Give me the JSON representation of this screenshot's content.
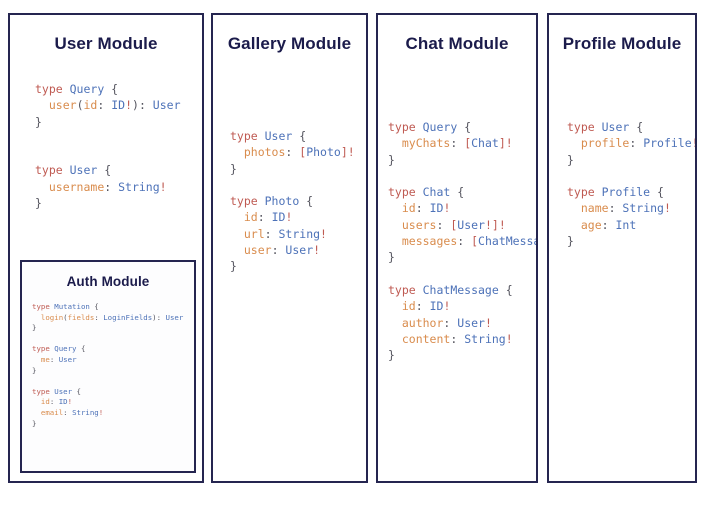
{
  "canvas": {
    "background_color": "#ffffff",
    "border_color": "#252550"
  },
  "syntax_colors": {
    "keyword": "#bf5a52",
    "type_name": "#4d72b8",
    "field_name": "#d98c4d",
    "punctuation": "#55555f",
    "title": "#1b1b4b"
  },
  "modules": {
    "user": {
      "title": "User Module",
      "code": [
        {
          "tokens": [
            {
              "t": "type ",
              "c": "kw"
            },
            {
              "t": "Query",
              "c": "type"
            },
            {
              "t": " {",
              "c": "pun"
            }
          ]
        },
        {
          "tokens": [
            {
              "t": "  ",
              "c": "pun"
            },
            {
              "t": "user",
              "c": "fld"
            },
            {
              "t": "(",
              "c": "pun"
            },
            {
              "t": "id",
              "c": "fld"
            },
            {
              "t": ": ",
              "c": "pun"
            },
            {
              "t": "ID",
              "c": "type"
            },
            {
              "t": "!",
              "c": "bang"
            },
            {
              "t": "): ",
              "c": "pun"
            },
            {
              "t": "User",
              "c": "type"
            }
          ]
        },
        {
          "tokens": [
            {
              "t": "}",
              "c": "pun"
            }
          ]
        },
        {
          "gap": true
        },
        {
          "gap": true
        },
        {
          "tokens": [
            {
              "t": "type ",
              "c": "kw"
            },
            {
              "t": "User",
              "c": "type"
            },
            {
              "t": " {",
              "c": "pun"
            }
          ]
        },
        {
          "tokens": [
            {
              "t": "  ",
              "c": "pun"
            },
            {
              "t": "username",
              "c": "fld"
            },
            {
              "t": ": ",
              "c": "pun"
            },
            {
              "t": "String",
              "c": "type"
            },
            {
              "t": "!",
              "c": "bang"
            }
          ]
        },
        {
          "tokens": [
            {
              "t": "}",
              "c": "pun"
            }
          ]
        }
      ]
    },
    "auth": {
      "title": "Auth Module",
      "code": [
        {
          "tokens": [
            {
              "t": "type ",
              "c": "kw"
            },
            {
              "t": "Mutation",
              "c": "type"
            },
            {
              "t": " {",
              "c": "pun"
            }
          ]
        },
        {
          "tokens": [
            {
              "t": "  ",
              "c": "pun"
            },
            {
              "t": "login",
              "c": "fld"
            },
            {
              "t": "(",
              "c": "pun"
            },
            {
              "t": "fields",
              "c": "fld"
            },
            {
              "t": ": ",
              "c": "pun"
            },
            {
              "t": "LoginFields",
              "c": "type"
            },
            {
              "t": "): ",
              "c": "pun"
            },
            {
              "t": "User",
              "c": "type"
            }
          ]
        },
        {
          "tokens": [
            {
              "t": "}",
              "c": "pun"
            }
          ]
        },
        {
          "gap": true
        },
        {
          "tokens": [
            {
              "t": "type ",
              "c": "kw"
            },
            {
              "t": "Query",
              "c": "type"
            },
            {
              "t": " {",
              "c": "pun"
            }
          ]
        },
        {
          "tokens": [
            {
              "t": "  ",
              "c": "pun"
            },
            {
              "t": "me",
              "c": "fld"
            },
            {
              "t": ": ",
              "c": "pun"
            },
            {
              "t": "User",
              "c": "type"
            }
          ]
        },
        {
          "tokens": [
            {
              "t": "}",
              "c": "pun"
            }
          ]
        },
        {
          "gap": true
        },
        {
          "tokens": [
            {
              "t": "type ",
              "c": "kw"
            },
            {
              "t": "User",
              "c": "type"
            },
            {
              "t": " {",
              "c": "pun"
            }
          ]
        },
        {
          "tokens": [
            {
              "t": "  ",
              "c": "pun"
            },
            {
              "t": "id",
              "c": "fld"
            },
            {
              "t": ": ",
              "c": "pun"
            },
            {
              "t": "ID",
              "c": "type"
            },
            {
              "t": "!",
              "c": "bang"
            }
          ]
        },
        {
          "tokens": [
            {
              "t": "  ",
              "c": "pun"
            },
            {
              "t": "email",
              "c": "fld"
            },
            {
              "t": ": ",
              "c": "pun"
            },
            {
              "t": "String",
              "c": "type"
            },
            {
              "t": "!",
              "c": "bang"
            }
          ]
        },
        {
          "tokens": [
            {
              "t": "}",
              "c": "pun"
            }
          ]
        }
      ]
    },
    "gallery": {
      "title": "Gallery Module",
      "code": [
        {
          "tokens": [
            {
              "t": "type ",
              "c": "kw"
            },
            {
              "t": "User",
              "c": "type"
            },
            {
              "t": " {",
              "c": "pun"
            }
          ]
        },
        {
          "tokens": [
            {
              "t": "  ",
              "c": "pun"
            },
            {
              "t": "photos",
              "c": "fld"
            },
            {
              "t": ": ",
              "c": "pun"
            },
            {
              "t": "[",
              "c": "bang"
            },
            {
              "t": "Photo",
              "c": "type"
            },
            {
              "t": "]",
              "c": "bang"
            },
            {
              "t": "!",
              "c": "bang"
            }
          ]
        },
        {
          "tokens": [
            {
              "t": "}",
              "c": "pun"
            }
          ]
        },
        {
          "gap": true
        },
        {
          "tokens": [
            {
              "t": "type ",
              "c": "kw"
            },
            {
              "t": "Photo",
              "c": "type"
            },
            {
              "t": " {",
              "c": "pun"
            }
          ]
        },
        {
          "tokens": [
            {
              "t": "  ",
              "c": "pun"
            },
            {
              "t": "id",
              "c": "fld"
            },
            {
              "t": ": ",
              "c": "pun"
            },
            {
              "t": "ID",
              "c": "type"
            },
            {
              "t": "!",
              "c": "bang"
            }
          ]
        },
        {
          "tokens": [
            {
              "t": "  ",
              "c": "pun"
            },
            {
              "t": "url",
              "c": "fld"
            },
            {
              "t": ": ",
              "c": "pun"
            },
            {
              "t": "String",
              "c": "type"
            },
            {
              "t": "!",
              "c": "bang"
            }
          ]
        },
        {
          "tokens": [
            {
              "t": "  ",
              "c": "pun"
            },
            {
              "t": "user",
              "c": "fld"
            },
            {
              "t": ": ",
              "c": "pun"
            },
            {
              "t": "User",
              "c": "type"
            },
            {
              "t": "!",
              "c": "bang"
            }
          ]
        },
        {
          "tokens": [
            {
              "t": "}",
              "c": "pun"
            }
          ]
        }
      ]
    },
    "chat": {
      "title": "Chat Module",
      "code": [
        {
          "tokens": [
            {
              "t": "type ",
              "c": "kw"
            },
            {
              "t": "Query",
              "c": "type"
            },
            {
              "t": " {",
              "c": "pun"
            }
          ]
        },
        {
          "tokens": [
            {
              "t": "  ",
              "c": "pun"
            },
            {
              "t": "myChats",
              "c": "fld"
            },
            {
              "t": ": ",
              "c": "pun"
            },
            {
              "t": "[",
              "c": "bang"
            },
            {
              "t": "Chat",
              "c": "type"
            },
            {
              "t": "]",
              "c": "bang"
            },
            {
              "t": "!",
              "c": "bang"
            }
          ]
        },
        {
          "tokens": [
            {
              "t": "}",
              "c": "pun"
            }
          ]
        },
        {
          "gap": true
        },
        {
          "tokens": [
            {
              "t": "type ",
              "c": "kw"
            },
            {
              "t": "Chat",
              "c": "type"
            },
            {
              "t": " {",
              "c": "pun"
            }
          ]
        },
        {
          "tokens": [
            {
              "t": "  ",
              "c": "pun"
            },
            {
              "t": "id",
              "c": "fld"
            },
            {
              "t": ": ",
              "c": "pun"
            },
            {
              "t": "ID",
              "c": "type"
            },
            {
              "t": "!",
              "c": "bang"
            }
          ]
        },
        {
          "tokens": [
            {
              "t": "  ",
              "c": "pun"
            },
            {
              "t": "users",
              "c": "fld"
            },
            {
              "t": ": ",
              "c": "pun"
            },
            {
              "t": "[",
              "c": "bang"
            },
            {
              "t": "User",
              "c": "type"
            },
            {
              "t": "!",
              "c": "bang"
            },
            {
              "t": "]",
              "c": "bang"
            },
            {
              "t": "!",
              "c": "bang"
            }
          ]
        },
        {
          "tokens": [
            {
              "t": "  ",
              "c": "pun"
            },
            {
              "t": "messages",
              "c": "fld"
            },
            {
              "t": ": ",
              "c": "pun"
            },
            {
              "t": "[",
              "c": "bang"
            },
            {
              "t": "ChatMessage",
              "c": "type"
            },
            {
              "t": "]",
              "c": "bang"
            },
            {
              "t": "!",
              "c": "bang"
            }
          ]
        },
        {
          "tokens": [
            {
              "t": "}",
              "c": "pun"
            }
          ]
        },
        {
          "gap": true
        },
        {
          "tokens": [
            {
              "t": "type ",
              "c": "kw"
            },
            {
              "t": "ChatMessage",
              "c": "type"
            },
            {
              "t": " {",
              "c": "pun"
            }
          ]
        },
        {
          "tokens": [
            {
              "t": "  ",
              "c": "pun"
            },
            {
              "t": "id",
              "c": "fld"
            },
            {
              "t": ": ",
              "c": "pun"
            },
            {
              "t": "ID",
              "c": "type"
            },
            {
              "t": "!",
              "c": "bang"
            }
          ]
        },
        {
          "tokens": [
            {
              "t": "  ",
              "c": "pun"
            },
            {
              "t": "author",
              "c": "fld"
            },
            {
              "t": ": ",
              "c": "pun"
            },
            {
              "t": "User",
              "c": "type"
            },
            {
              "t": "!",
              "c": "bang"
            }
          ]
        },
        {
          "tokens": [
            {
              "t": "  ",
              "c": "pun"
            },
            {
              "t": "content",
              "c": "fld"
            },
            {
              "t": ": ",
              "c": "pun"
            },
            {
              "t": "String",
              "c": "type"
            },
            {
              "t": "!",
              "c": "bang"
            }
          ]
        },
        {
          "tokens": [
            {
              "t": "}",
              "c": "pun"
            }
          ]
        }
      ]
    },
    "profile": {
      "title": "Profile Module",
      "code": [
        {
          "tokens": [
            {
              "t": "type ",
              "c": "kw"
            },
            {
              "t": "User",
              "c": "type"
            },
            {
              "t": " {",
              "c": "pun"
            }
          ]
        },
        {
          "tokens": [
            {
              "t": "  ",
              "c": "pun"
            },
            {
              "t": "profile",
              "c": "fld"
            },
            {
              "t": ": ",
              "c": "pun"
            },
            {
              "t": "Profile",
              "c": "type"
            },
            {
              "t": "!",
              "c": "bang"
            }
          ]
        },
        {
          "tokens": [
            {
              "t": "}",
              "c": "pun"
            }
          ]
        },
        {
          "gap": true
        },
        {
          "tokens": [
            {
              "t": "type ",
              "c": "kw"
            },
            {
              "t": "Profile",
              "c": "type"
            },
            {
              "t": " {",
              "c": "pun"
            }
          ]
        },
        {
          "tokens": [
            {
              "t": "  ",
              "c": "pun"
            },
            {
              "t": "name",
              "c": "fld"
            },
            {
              "t": ": ",
              "c": "pun"
            },
            {
              "t": "String",
              "c": "type"
            },
            {
              "t": "!",
              "c": "bang"
            }
          ]
        },
        {
          "tokens": [
            {
              "t": "  ",
              "c": "pun"
            },
            {
              "t": "age",
              "c": "fld"
            },
            {
              "t": ": ",
              "c": "pun"
            },
            {
              "t": "Int",
              "c": "type"
            }
          ]
        },
        {
          "tokens": [
            {
              "t": "}",
              "c": "pun"
            }
          ]
        }
      ]
    }
  }
}
